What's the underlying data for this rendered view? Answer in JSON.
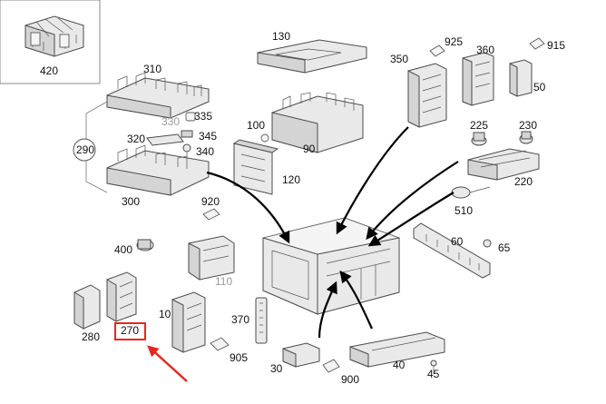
{
  "diagram": {
    "part_labels": {
      "p420": "420",
      "p310": "310",
      "p130": "130",
      "p350": "350",
      "p925": "925",
      "p360": "360",
      "p915": "915",
      "p50": "50",
      "p330": "330",
      "p335": "335",
      "p345": "345",
      "p340": "340",
      "p320": "320",
      "p290": "290",
      "p300": "300",
      "p100": "100",
      "p90": "90",
      "p120": "120",
      "p225": "225",
      "p230": "230",
      "p220": "220",
      "p510": "510",
      "p920": "920",
      "p60": "60",
      "p65": "65",
      "p400": "400",
      "p110": "110",
      "p10": "10",
      "p370": "370",
      "p270": "270",
      "p280": "280",
      "p905": "905",
      "p30": "30",
      "p900": "900",
      "p40": "40",
      "p45": "45"
    },
    "highlight": {
      "target_label": "270",
      "box_color": "#e8261c",
      "arrow_color": "#e8261c"
    }
  }
}
